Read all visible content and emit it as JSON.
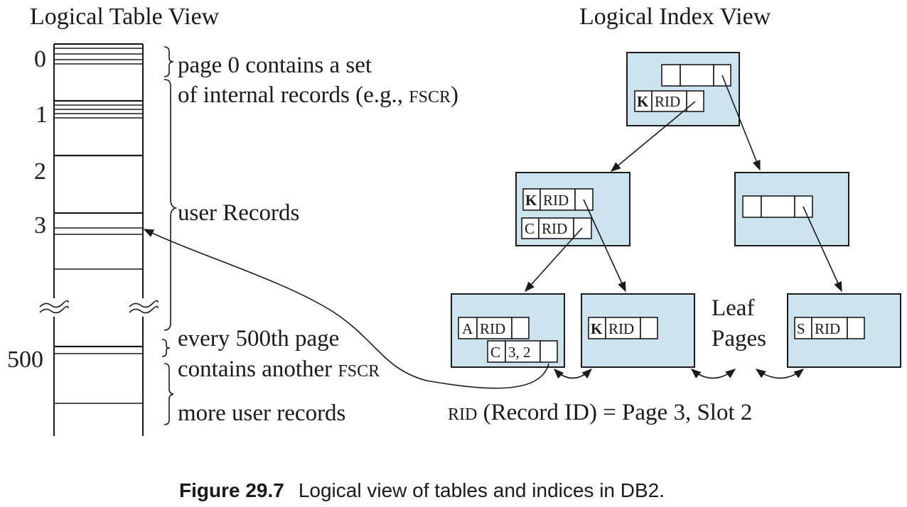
{
  "table_view": {
    "heading": "Logical Table View",
    "page_labels": {
      "p0": "0",
      "p1": "1",
      "p2": "2",
      "p3": "3",
      "p500": "500"
    },
    "notes": {
      "page0_line1": "page 0 contains a set",
      "page0_line2_a": "of internal records (e.g., ",
      "page0_line2_sc": "FSCR",
      "page0_line2_b": ")",
      "user_records": "user Records",
      "every500_line1": "every 500th page",
      "every500_line2_a": "contains another ",
      "every500_line2_sc": "FSCR",
      "more_records": "more user records"
    }
  },
  "index_view": {
    "heading": "Logical Index View",
    "leaf_pages_line1": "Leaf",
    "leaf_pages_line2": "Pages",
    "root_entry": {
      "key": "K",
      "rid": "RID"
    },
    "mid_left_entries": [
      {
        "key": "K",
        "rid": "RID"
      },
      {
        "key": "C",
        "rid": "RID"
      }
    ],
    "leaf1_entries": [
      {
        "key": "A",
        "rid": "RID"
      },
      {
        "key": "C",
        "rid": "3, 2"
      }
    ],
    "leaf2_entry": {
      "key": "K",
      "rid": "RID"
    },
    "leaf3_entry": {
      "key": "S",
      "rid": "RID"
    },
    "rid_note_sc": "RID",
    "rid_note_rest": " (Record ID) = Page 3, Slot 2"
  },
  "caption": {
    "label": "Figure 29.7",
    "text": "Logical view of tables and indices in DB2."
  }
}
